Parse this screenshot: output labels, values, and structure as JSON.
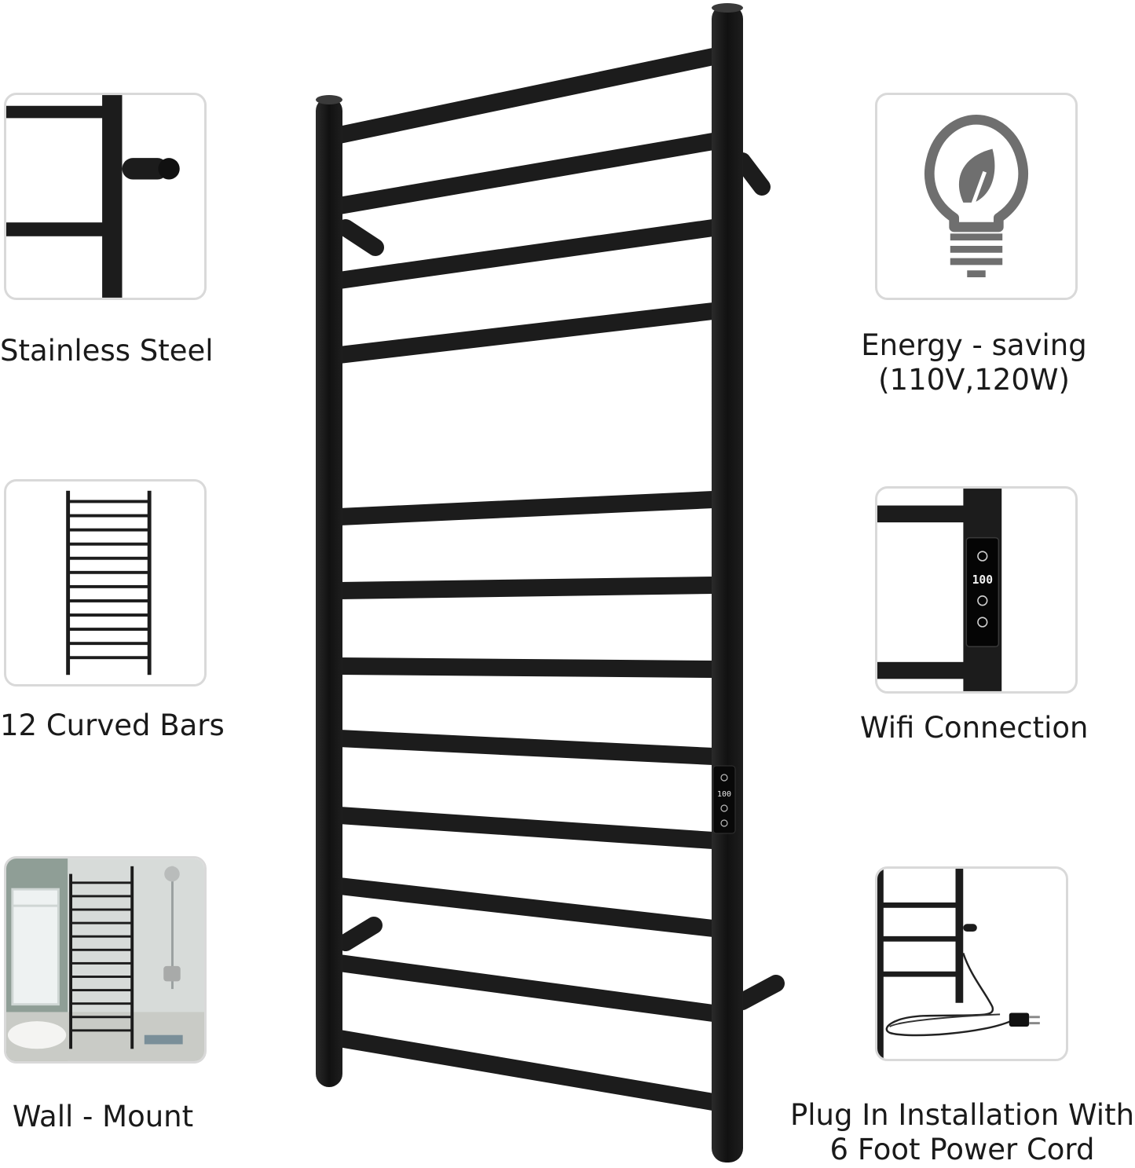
{
  "features": {
    "stainless_steel": {
      "label": "Stainless Steel"
    },
    "curved_bars": {
      "label": "12 Curved Bars"
    },
    "wall_mount": {
      "label": "Wall - Mount"
    },
    "energy_saving": {
      "label_line1": "Energy - saving",
      "label_line2": "(110V,120W)"
    },
    "wifi": {
      "label": "Wifi Connection",
      "display_value": "100"
    },
    "plug_in": {
      "label_line1": "Plug In Installation With",
      "label_line2": "6 Foot Power Cord"
    }
  },
  "product": {
    "bar_count": 12,
    "color": "#1c1c1c",
    "display_value": "100"
  },
  "colors": {
    "card_border": "#d9d9d9",
    "icon_gray": "#6f6f6f",
    "bar_black": "#1c1c1c"
  }
}
